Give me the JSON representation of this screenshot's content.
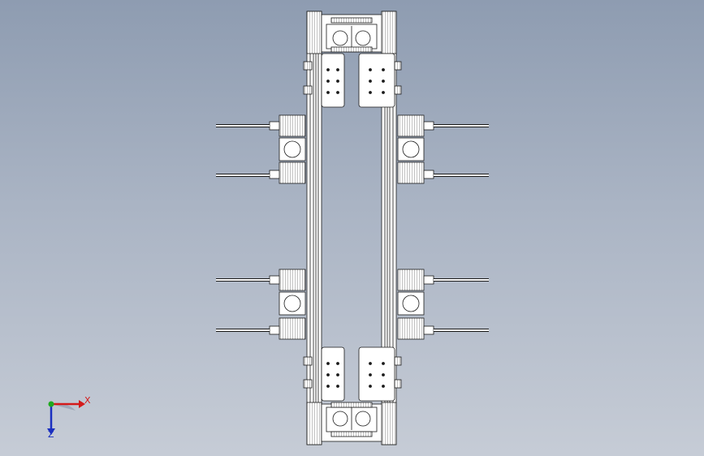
{
  "scene": {
    "name": "conveyor-assembly-top-view",
    "background_top": "#8e9cb1",
    "background_bottom": "#c6ccd6",
    "line_color": "#1a1a1a",
    "part_fill": "#ffffff"
  },
  "triad": {
    "x_label": "X",
    "z_label": "Z",
    "x_color": "#d41a1a",
    "y_color": "#1faa1f",
    "z_color": "#1a2fc0"
  }
}
